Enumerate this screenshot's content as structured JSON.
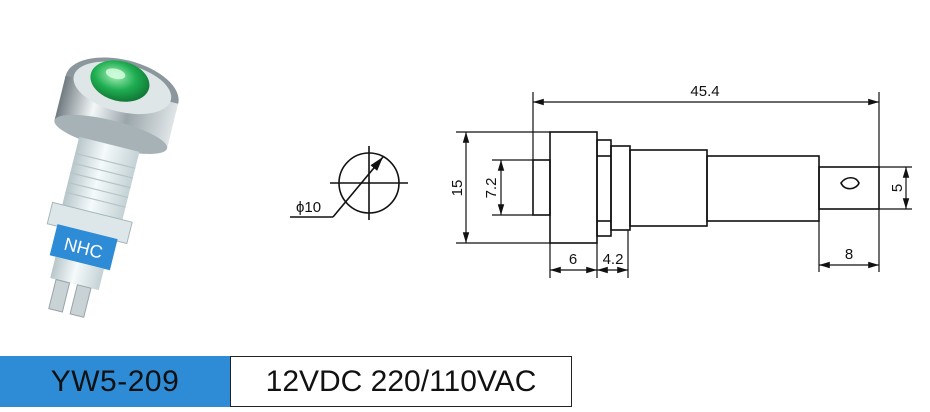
{
  "product": {
    "brand_label": "NHC",
    "model": "YW5-209",
    "voltage": "12VDC 220/110VAC"
  },
  "front_view": {
    "diameter_label": "ϕ10"
  },
  "side_view": {
    "overall_length": "45.4",
    "body_height": "15",
    "inner_height": "7.2",
    "body_length": "6",
    "nut_length": "4.2",
    "terminal_length": "8",
    "terminal_width": "5"
  },
  "colors": {
    "lens_green": "#1fae52",
    "label_blue": "#2e8bd6",
    "body_white": "#e8eff0",
    "bezel_silver": "#b9c2c6"
  }
}
